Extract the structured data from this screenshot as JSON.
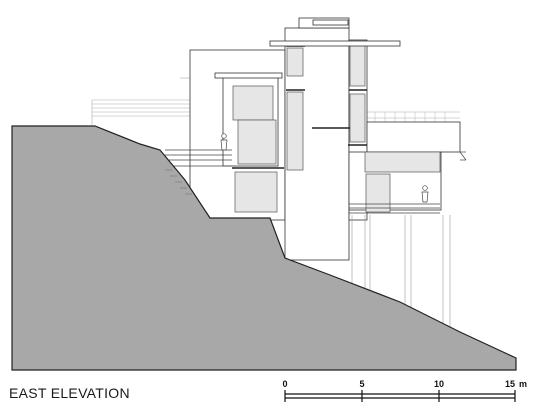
{
  "title": "EAST ELEVATION",
  "scale_bar": {
    "ticks": [
      "0",
      "5",
      "10",
      "15"
    ],
    "unit": "m"
  },
  "colors": {
    "terrain": "#a8a8a8",
    "glass": "#e6e6e6",
    "line": "#333333"
  }
}
